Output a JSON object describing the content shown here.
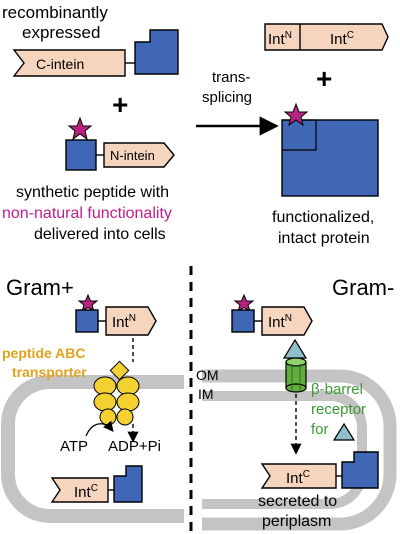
{
  "top": {
    "recombinant_line1": "recombinantly",
    "recombinant_line2": "expressed",
    "c_intein_label": "C-intein",
    "n_intein_label": "N-intein",
    "plus_left": "+",
    "plus_right": "+",
    "trans_line1": "trans-",
    "trans_line2": "splicing",
    "intn_base": "Int",
    "intn_sup": "N",
    "intc_base": "Int",
    "intc_sup": "C",
    "synthetic_line1": "synthetic peptide with",
    "synthetic_line2": "non-natural functionality",
    "synthetic_line3": "delivered into cells",
    "functionalized_line1": "functionalized,",
    "functionalized_line2": "intact protein"
  },
  "gram_pos": {
    "title": "Gram+",
    "abc_line1": "peptide ABC",
    "abc_line2": "transporter",
    "atp": "ATP",
    "adp": "ADP+Pi",
    "intn_base": "Int",
    "intn_sup": "N",
    "intc_base": "Int",
    "intc_sup": "C"
  },
  "gram_neg": {
    "title": "Gram-",
    "om": "OM",
    "im": "IM",
    "receptor_line1": "β-barrel",
    "receptor_line2": "receptor",
    "receptor_line3": "for",
    "secreted_line1": "secreted to",
    "secreted_line2": "periplasm",
    "intn_base": "Int",
    "intn_sup": "N",
    "intc_base": "Int",
    "intc_sup": "C"
  },
  "colors": {
    "protein_blue": "#3f67b6",
    "intein_fill": "#f6d5bf",
    "star_magenta": "#b5247f",
    "magenta_text": "#bf1e8c",
    "abc_yellow": "#f2d131",
    "abc_text": "#e0a21e",
    "barrel_green": "#62ad3f",
    "receptor_text": "#3c9a36",
    "membrane_gray": "#c4c4c4",
    "triangle_teal": "#8fbfc9"
  }
}
